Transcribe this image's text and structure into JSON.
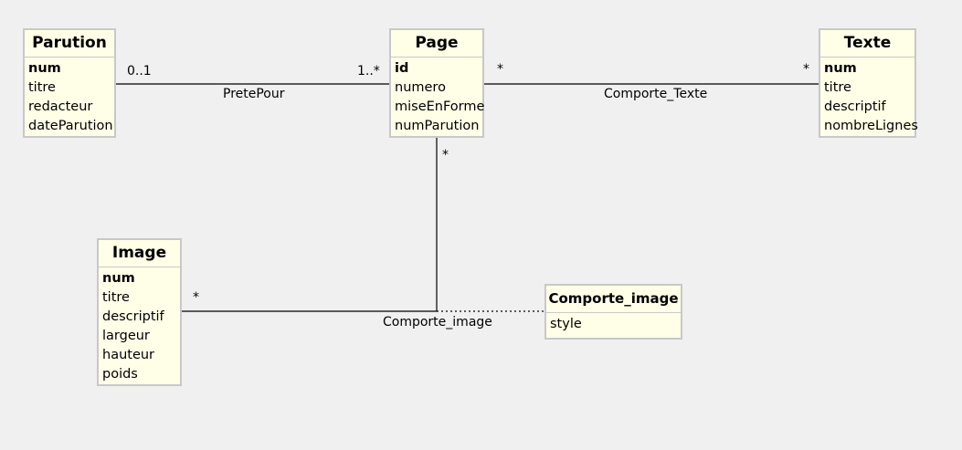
{
  "classes": {
    "parution": {
      "name": "Parution",
      "attrs": [
        "num",
        "titre",
        "redacteur",
        "dateParution"
      ]
    },
    "page": {
      "name": "Page",
      "attrs": [
        "id",
        "numero",
        "miseEnForme",
        "numParution"
      ]
    },
    "texte": {
      "name": "Texte",
      "attrs": [
        "num",
        "titre",
        "descriptif",
        "nombreLignes"
      ]
    },
    "image": {
      "name": "Image",
      "attrs": [
        "num",
        "titre",
        "descriptif",
        "largeur",
        "hauteur",
        "poids"
      ]
    },
    "comporte_image": {
      "name": "Comporte_image",
      "attrs": [
        "style"
      ]
    }
  },
  "associations": {
    "prete_pour": {
      "name": "PretePour",
      "mult_parution": "0..1",
      "mult_page": "1..*"
    },
    "comporte_texte": {
      "name": "Comporte_Texte",
      "mult_page": "*",
      "mult_texte": "*"
    },
    "comporte_image": {
      "name": "Comporte_image",
      "mult_page": "*",
      "mult_image": "*"
    }
  }
}
